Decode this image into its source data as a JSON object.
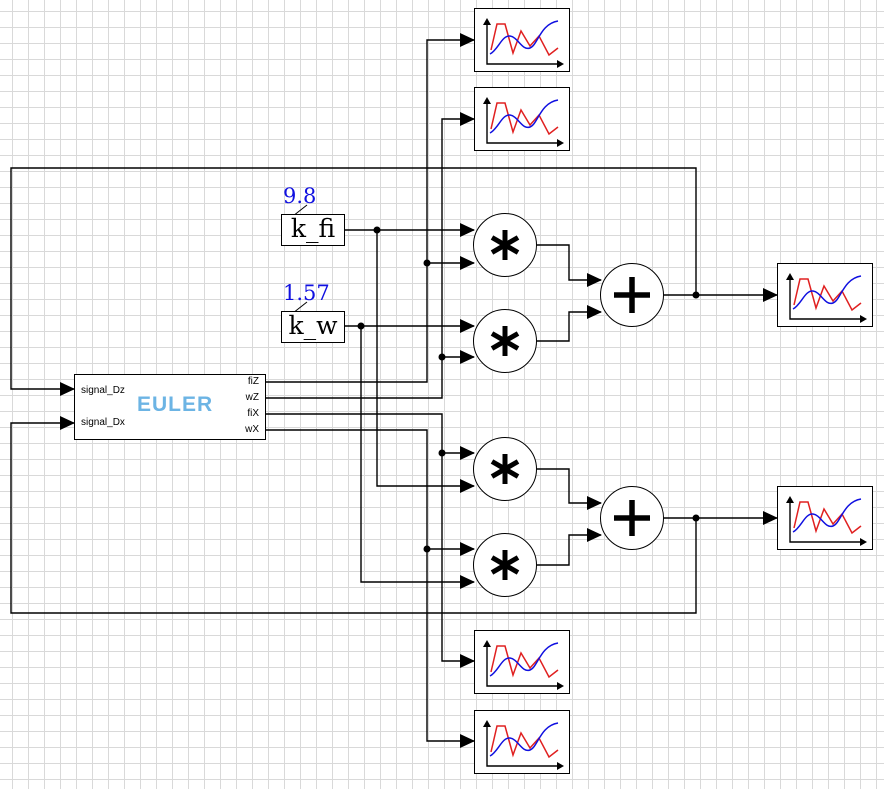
{
  "constants": [
    {
      "label": "k_fi",
      "value": "9.8"
    },
    {
      "label": "k_w",
      "value": "1.57"
    }
  ],
  "euler_block": {
    "logo": "EULER",
    "inputs": [
      "signal_Dz",
      "signal_Dx"
    ],
    "outputs": [
      "fiZ",
      "wZ",
      "fiX",
      "wX"
    ]
  },
  "operators": {
    "multiply": "*",
    "add": "+"
  },
  "scope_colors": {
    "red": "#e02020",
    "blue": "#1010e0"
  },
  "icons": [
    "scope-icon",
    "multiply-icon",
    "sum-icon"
  ]
}
